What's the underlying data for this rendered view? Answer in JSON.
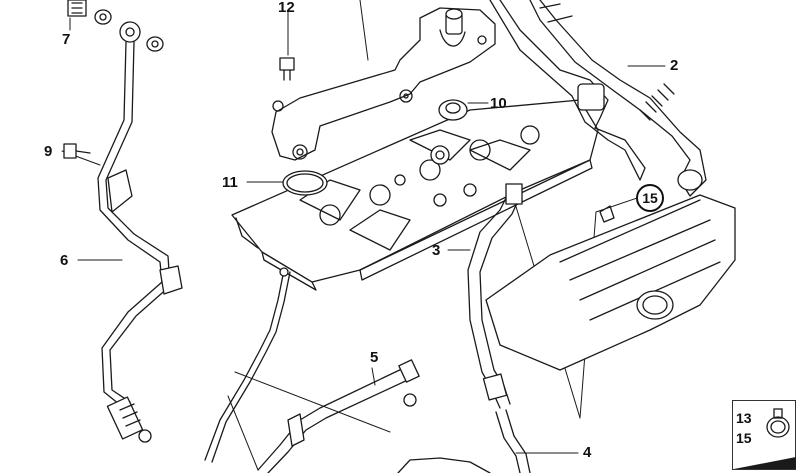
{
  "callouts": {
    "c7": "7",
    "c12": "12",
    "c2": "2",
    "c10": "10",
    "c9": "9",
    "c11": "11",
    "c15": "15",
    "c6": "6",
    "c3": "3",
    "c5": "5",
    "c4": "4"
  },
  "legend": {
    "n13": "13",
    "n15": "15"
  }
}
